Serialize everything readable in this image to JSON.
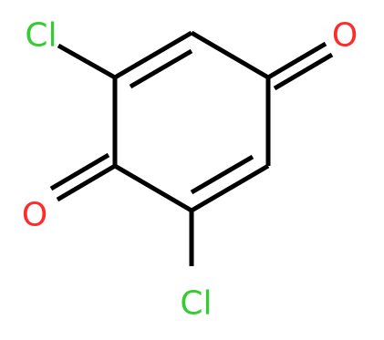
{
  "structure": {
    "atoms": {
      "cl_top": {
        "symbol": "Cl",
        "color": "#33cc33"
      },
      "cl_bottom": {
        "symbol": "Cl",
        "color": "#33cc33"
      },
      "o_right": {
        "symbol": "O",
        "color": "#ff2b2b"
      },
      "o_left": {
        "symbol": "O",
        "color": "#ff2b2b"
      }
    }
  }
}
